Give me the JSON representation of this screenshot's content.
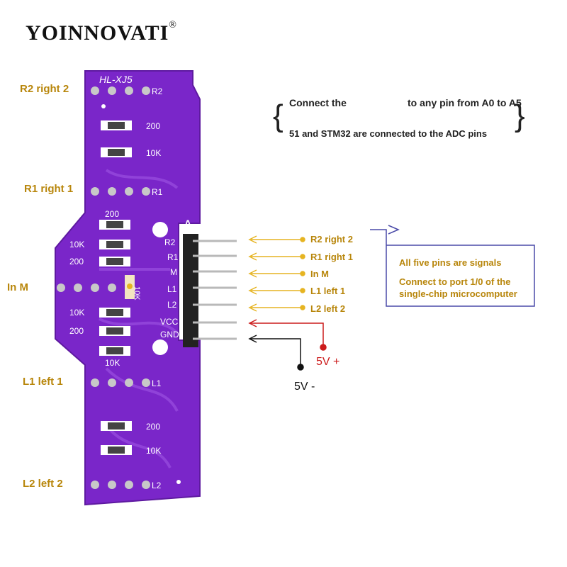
{
  "brand": {
    "name": "YOINNOVATI",
    "mark": "®"
  },
  "board": {
    "title": "HL-XJ5",
    "header_letter": "A",
    "header_pins": [
      "R2",
      "R1",
      "M",
      "L1",
      "L2",
      "VCC",
      "GND"
    ],
    "sensor_row_tags": [
      "R2",
      "R1",
      "L1",
      "L2"
    ],
    "resistor_values": [
      "200",
      "10K",
      "200",
      "10K",
      "200",
      "10K",
      "10K",
      "200",
      "10K",
      "200",
      "10K"
    ]
  },
  "side_labels": {
    "r2": "R2 right 2",
    "r1": "R1 right 1",
    "m": "In M",
    "l1": "L1 left 1",
    "l2": "L2 left 2"
  },
  "note": {
    "line1a": "Connect the",
    "line1b": "to any pin from A0 to A5",
    "line2": "51 and STM32 are connected to the ADC pins"
  },
  "pin_labels": [
    "R2 right 2",
    "R1 right 1",
    "In M",
    "L1 left 1",
    "L2 left 2"
  ],
  "info_box": {
    "line1": "All five pins are signals",
    "line2": "Connect to port 1/0 of the",
    "line3": "single-chip microcomputer"
  },
  "power": {
    "plus": "5V +",
    "minus": "5V -"
  },
  "colors": {
    "board": "#7a26c9",
    "silk": "#ffffff",
    "accent": "#e6b422",
    "label": "#b8860b",
    "vcc": "#cc1b1b",
    "gnd": "#111111",
    "box": "#4a4aa8"
  }
}
